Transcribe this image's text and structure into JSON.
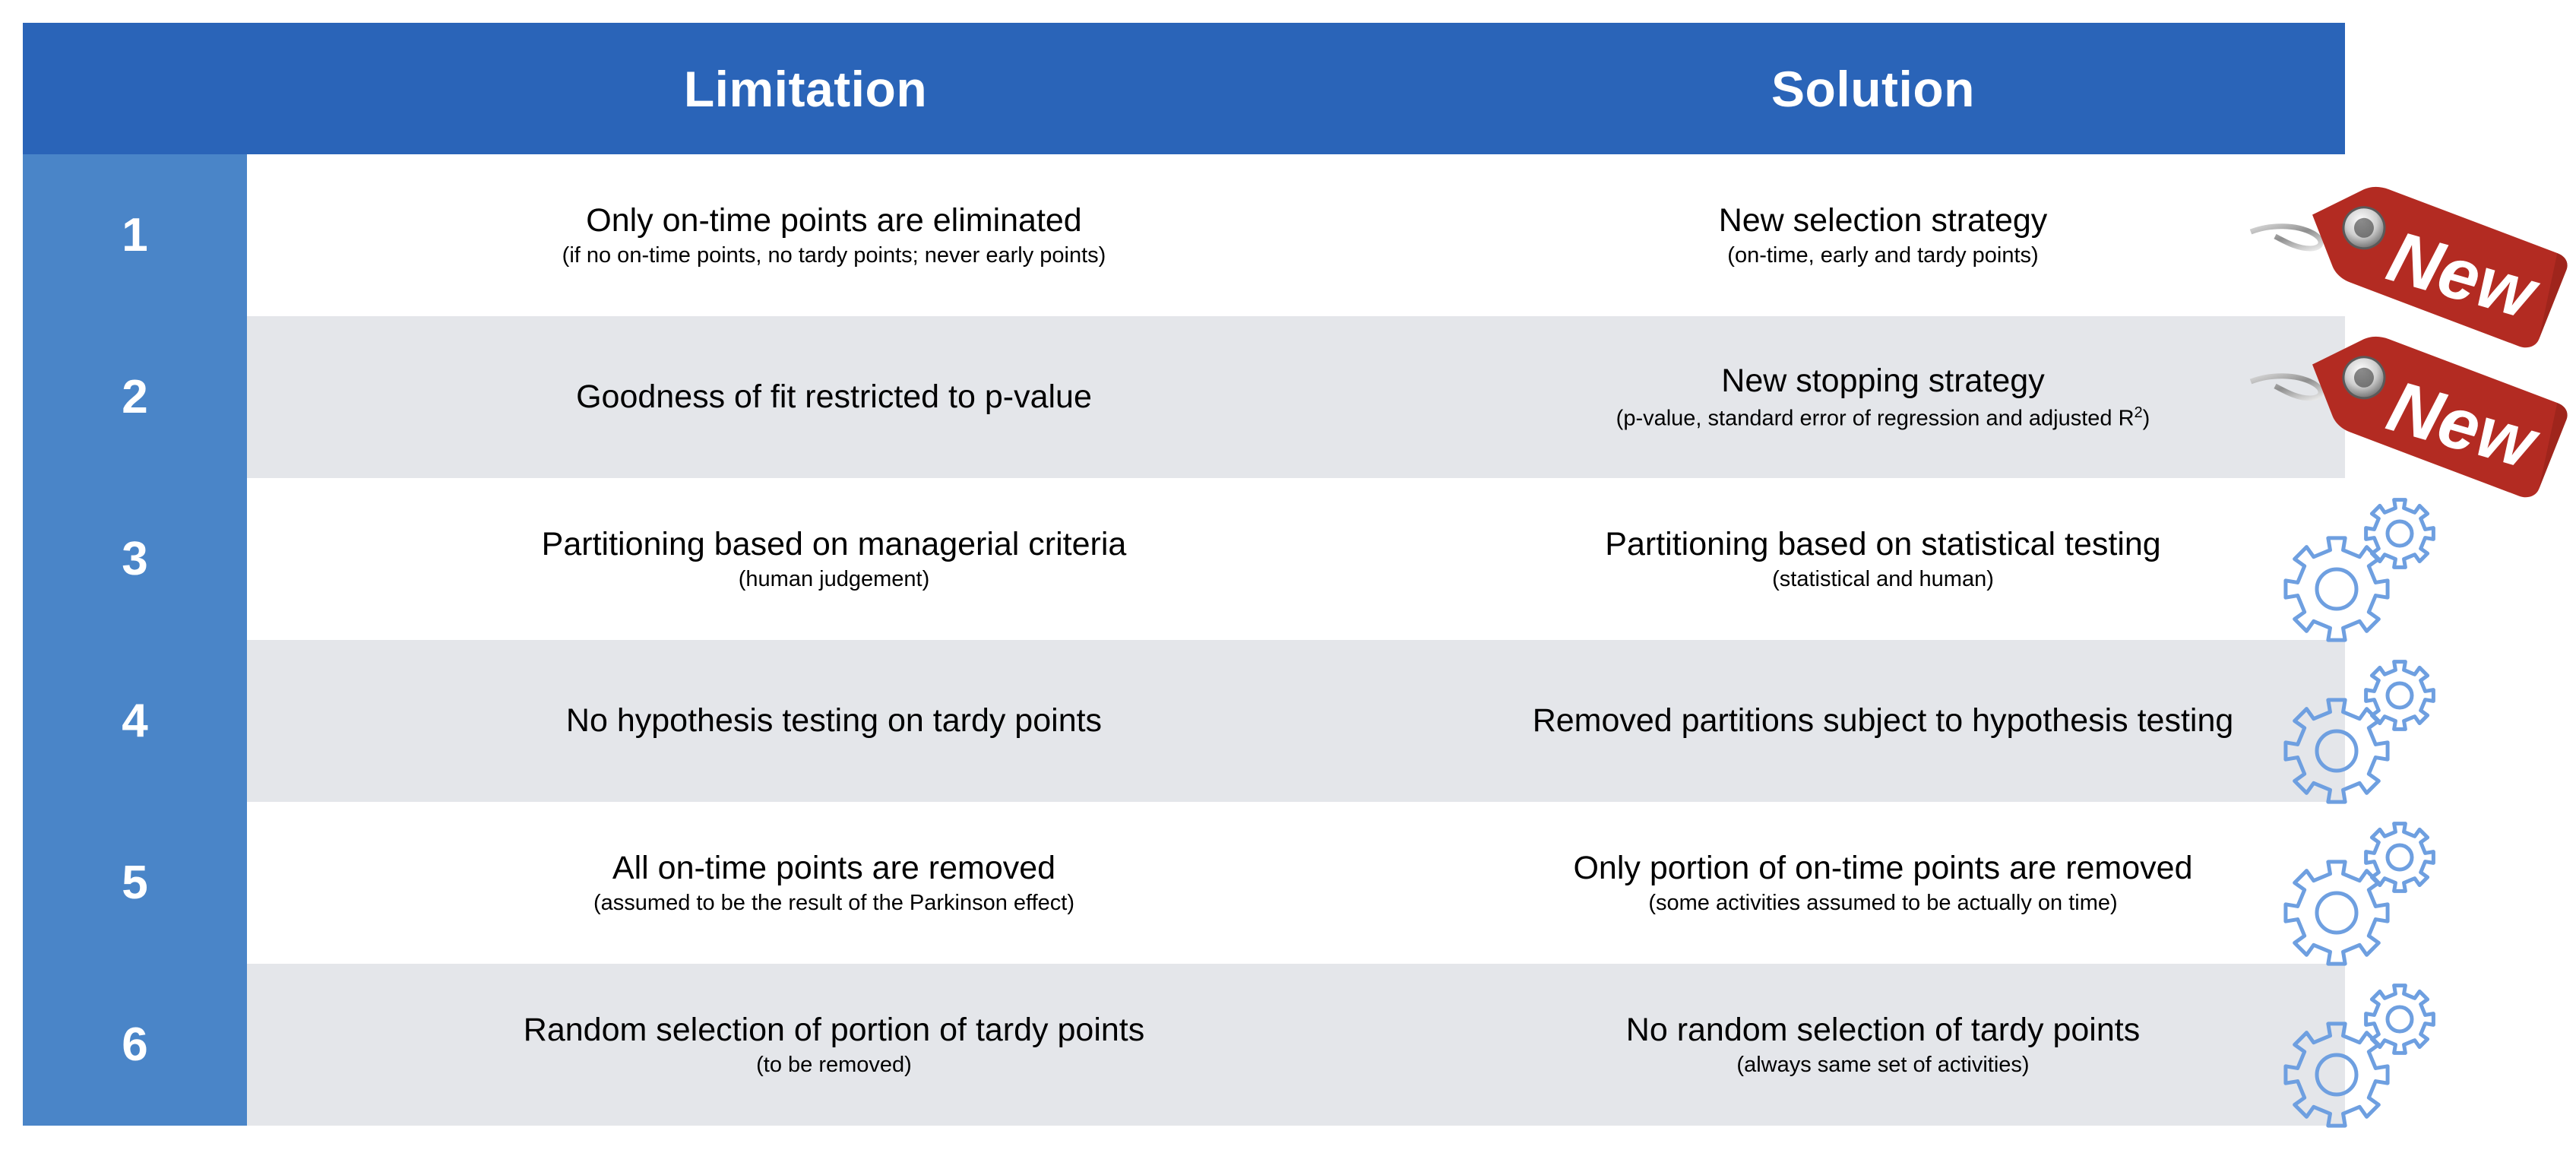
{
  "header": {
    "limitation_label": "Limitation",
    "solution_label": "Solution"
  },
  "colors": {
    "header_blue": "#2a64b8",
    "number_rail_blue": "#4a85c8",
    "row_gray": "#e4e6ea",
    "row_white": "#ffffff",
    "tag_red": "#b32b22",
    "gear_blue": "#6e9fe0",
    "text_black": "#000000",
    "text_white": "#ffffff"
  },
  "rows": [
    {
      "number": "1",
      "limitation_main": "Only on-time points are eliminated",
      "limitation_sub": "(if no on-time points, no tardy points; never early points)",
      "solution_main": "New selection strategy",
      "solution_sub": "(on-time, early and tardy points)",
      "badge": "new-tag",
      "badge_label": "New",
      "stripe": "white"
    },
    {
      "number": "2",
      "limitation_main": "Goodness of fit restricted to p-value",
      "limitation_sub": "",
      "solution_main": "New stopping strategy",
      "solution_sub": "(p-value, standard error of regression and adjusted R²)",
      "badge": "new-tag",
      "badge_label": "New",
      "stripe": "gray"
    },
    {
      "number": "3",
      "limitation_main": "Partitioning based on managerial criteria",
      "limitation_sub": "(human judgement)",
      "solution_main": "Partitioning based on statistical testing",
      "solution_sub": "(statistical and human)",
      "badge": "gears-icon",
      "badge_label": "",
      "stripe": "white"
    },
    {
      "number": "4",
      "limitation_main": "No hypothesis testing on tardy points",
      "limitation_sub": "",
      "solution_main": "Removed partitions subject to hypothesis testing",
      "solution_sub": "",
      "badge": "gears-icon",
      "badge_label": "",
      "stripe": "gray"
    },
    {
      "number": "5",
      "limitation_main": "All on-time points are removed",
      "limitation_sub": "(assumed to be the result of the Parkinson effect)",
      "solution_main": "Only portion of on-time points are removed",
      "solution_sub": "(some activities assumed to be actually on time)",
      "badge": "gears-icon",
      "badge_label": "",
      "stripe": "white"
    },
    {
      "number": "6",
      "limitation_main": "Random selection of portion of tardy points",
      "limitation_sub": "(to be removed)",
      "solution_main": "No random selection of tardy points",
      "solution_sub": "(always same set of activities)",
      "badge": "gears-icon",
      "badge_label": "",
      "stripe": "gray"
    }
  ]
}
